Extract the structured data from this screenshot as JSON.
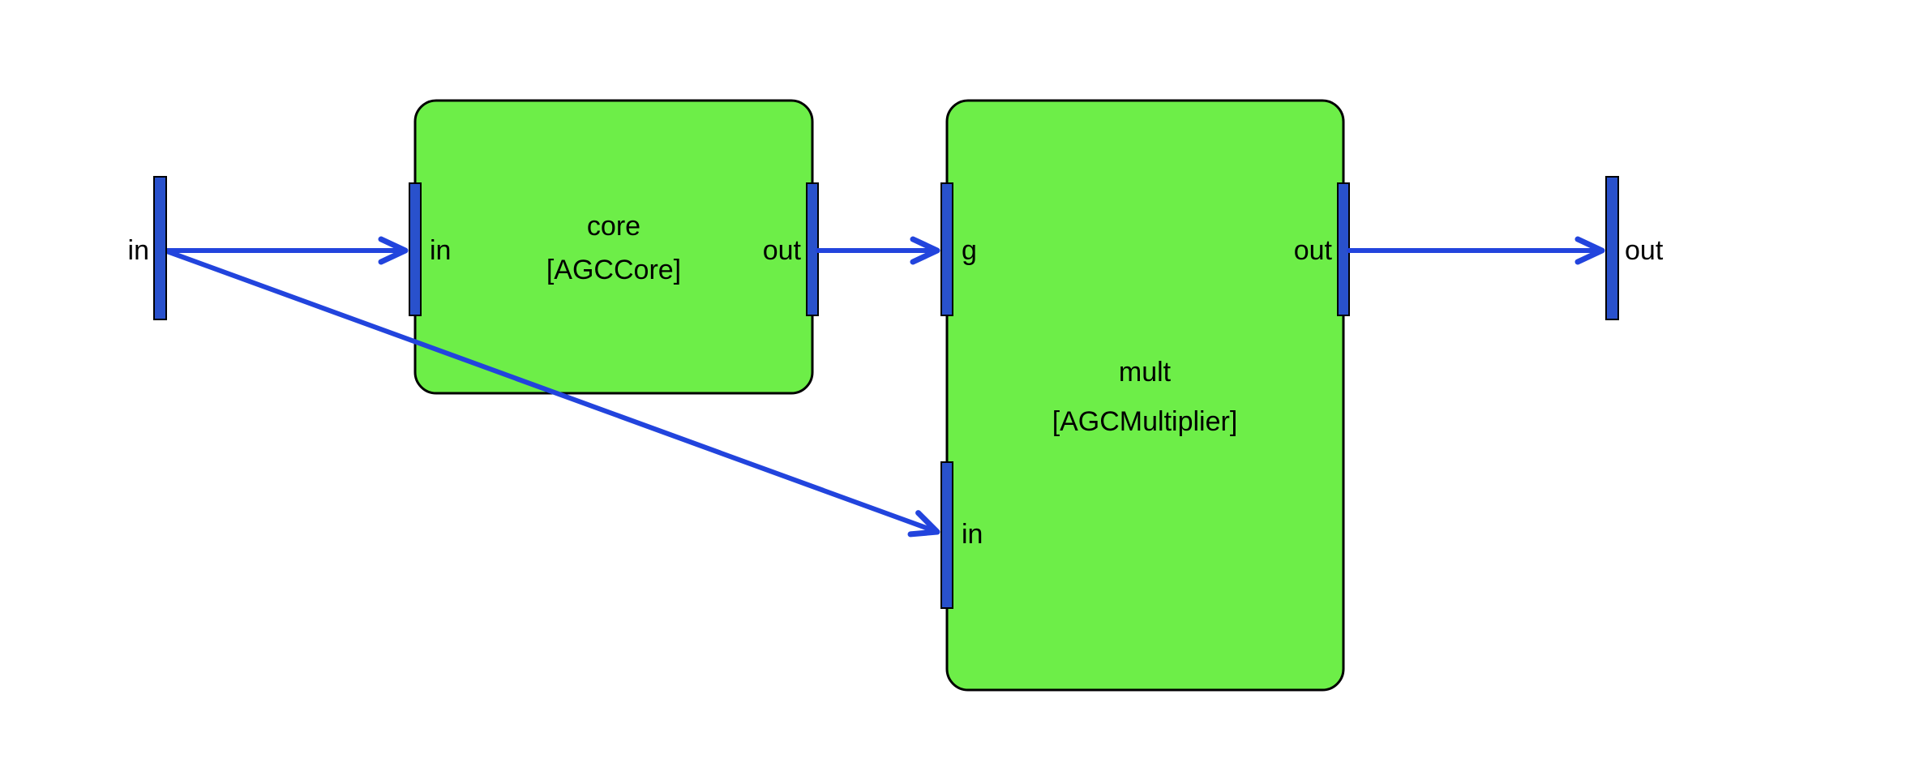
{
  "colors": {
    "background": "#ffffff",
    "block_fill": "#6DEE48",
    "block_border": "#000000",
    "port_fill": "#2951CC",
    "wire": "#2244DD",
    "text": "#000000"
  },
  "external_ports": {
    "input": {
      "label": "in"
    },
    "output": {
      "label": "out"
    }
  },
  "blocks": {
    "core": {
      "name": "core",
      "type": "[AGCCore]",
      "ports": {
        "in": {
          "label": "in"
        },
        "out": {
          "label": "out"
        }
      }
    },
    "mult": {
      "name": "mult",
      "type": "[AGCMultiplier]",
      "ports": {
        "g": {
          "label": "g"
        },
        "in": {
          "label": "in"
        },
        "out": {
          "label": "out"
        }
      }
    }
  },
  "connections": [
    {
      "from": "in",
      "to": "core.in"
    },
    {
      "from": "in",
      "to": "mult.in"
    },
    {
      "from": "core.out",
      "to": "mult.g"
    },
    {
      "from": "mult.out",
      "to": "out"
    }
  ]
}
